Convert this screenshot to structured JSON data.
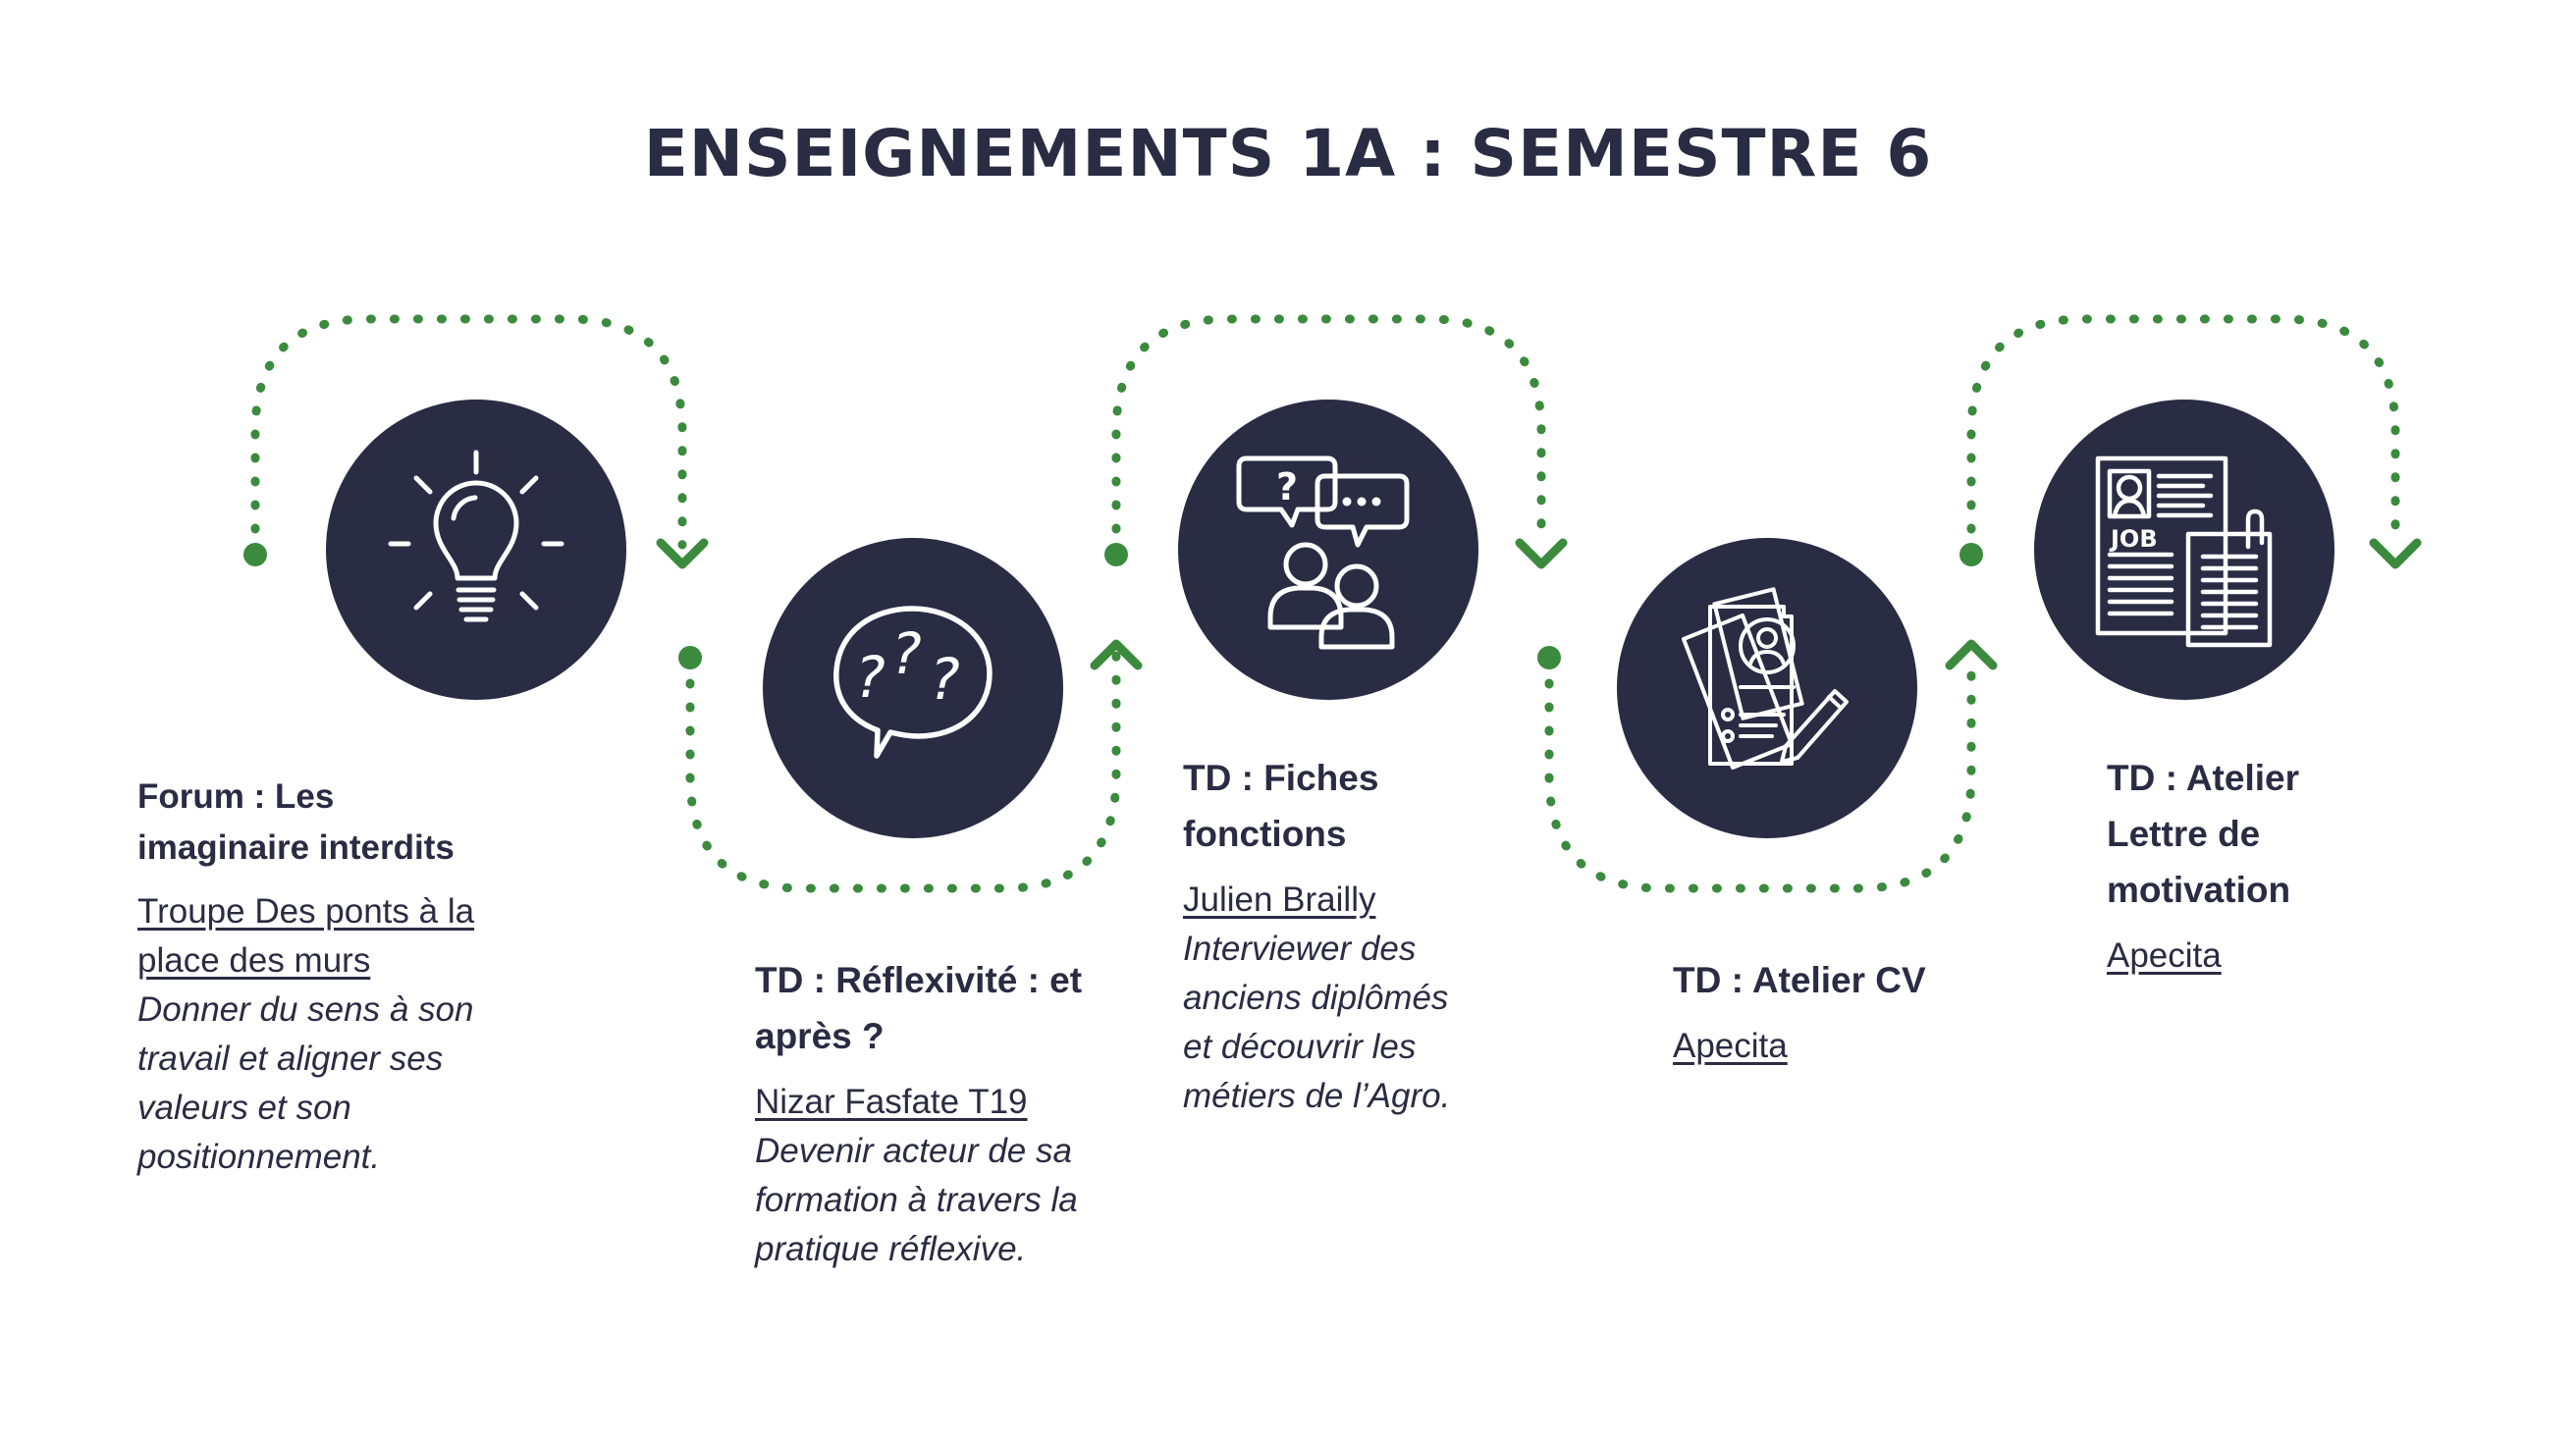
{
  "title": "ENSEIGNEMENTS 1A : SEMESTRE 6",
  "colors": {
    "navy": "#2a2c43",
    "green": "#3b8a3e",
    "white": "#ffffff"
  },
  "steps": [
    {
      "icon": "lightbulb-icon",
      "title": "Forum : Les imaginaire interdits",
      "link": "Troupe Des ponts à la place des murs ",
      "description": "Donner du sens à son travail et aligner ses valeurs et son positionnement."
    },
    {
      "icon": "question-bubble-icon",
      "title": "TD : Réflexivité : et après ?",
      "link": "Nizar Fasfate T19",
      "description": "Devenir acteur de sa formation à travers la pratique réflexive."
    },
    {
      "icon": "interview-icon",
      "title": "TD : Fiches fonctions",
      "link": "Julien Brailly",
      "description": "Interviewer des anciens diplômés et découvrir les métiers de l’Agro."
    },
    {
      "icon": "cv-document-icon",
      "title": "TD : Atelier CV",
      "link": "Apecita",
      "description": ""
    },
    {
      "icon": "job-letter-icon",
      "title": "TD : Atelier Lettre de motivation",
      "link": "Apecita",
      "description": ""
    }
  ]
}
